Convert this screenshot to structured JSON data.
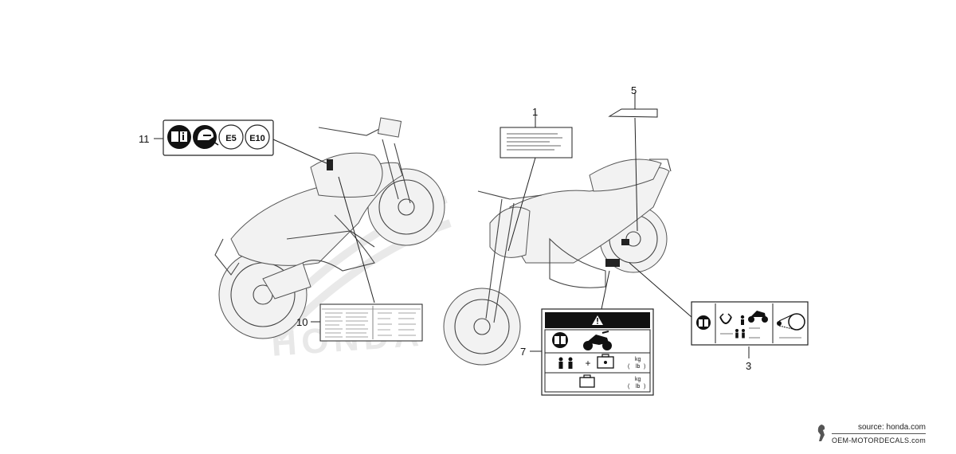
{
  "callouts": {
    "c1": "1",
    "c3": "3",
    "c5": "5",
    "c7": "7",
    "c10": "10",
    "c11": "11"
  },
  "label11": {
    "icons": [
      "manual-book-icon",
      "helmet-icon"
    ],
    "e5": "E5",
    "e10": "E10"
  },
  "label7": {
    "warning_icon": "warning-triangle-icon",
    "kg1": "kg",
    "lb1": "lb",
    "kg2": "kg",
    "lb2": "lb"
  },
  "watermark": "HONDA",
  "credit": {
    "source": "source: honda.com",
    "site": "OEM-MOTORDECALS.com"
  },
  "colors": {
    "line": "#222222",
    "label_fill": "#ffffff",
    "icon_fill": "#111111",
    "watermark": "#e6e6e6"
  }
}
